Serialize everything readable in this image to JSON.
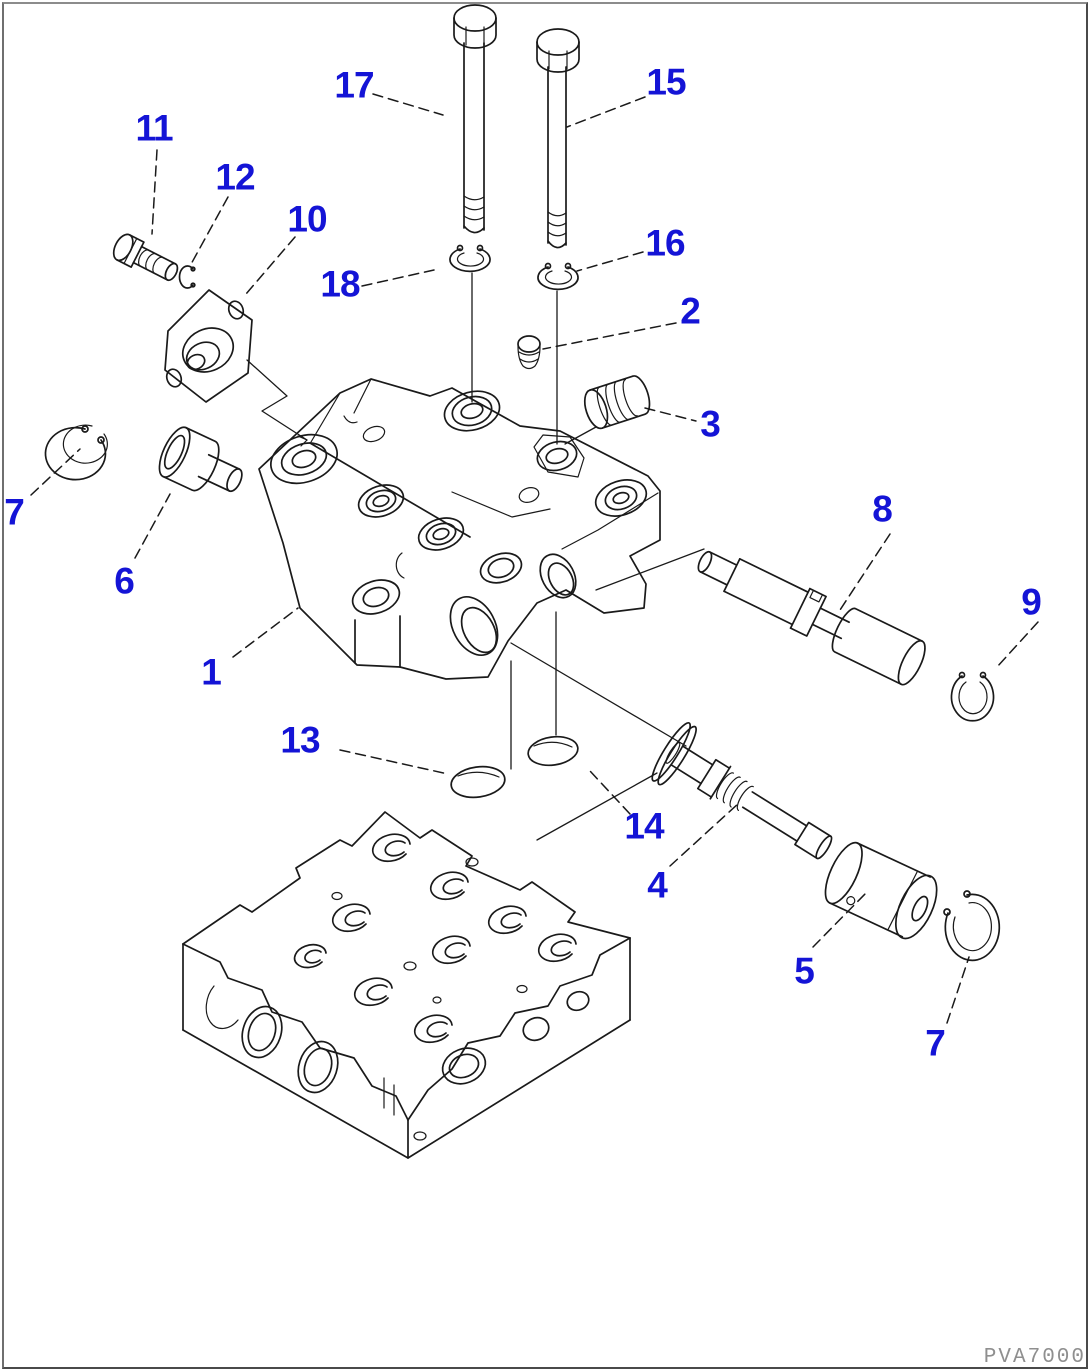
{
  "theme": {
    "background": "#ffffff",
    "line_color": "#1a1a1a",
    "label_color": "#1414d6",
    "border_color": "#4a4a4a",
    "watermark_color": "#8f8f8f"
  },
  "diagram": {
    "watermark": "PVA7000"
  },
  "callouts": {
    "items": [
      {
        "label": "17"
      },
      {
        "label": "15"
      },
      {
        "label": "11"
      },
      {
        "label": "12"
      },
      {
        "label": "10"
      },
      {
        "label": "18"
      },
      {
        "label": "16"
      },
      {
        "label": "2"
      },
      {
        "label": "3"
      },
      {
        "label": "7"
      },
      {
        "label": "6"
      },
      {
        "label": "1"
      },
      {
        "label": "8"
      },
      {
        "label": "9"
      },
      {
        "label": "13"
      },
      {
        "label": "14"
      },
      {
        "label": "4"
      },
      {
        "label": "5"
      },
      {
        "label": "7"
      }
    ]
  }
}
